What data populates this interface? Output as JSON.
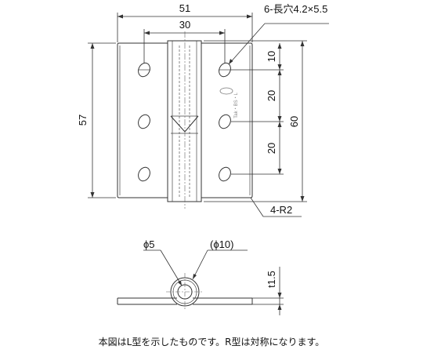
{
  "dimensions": {
    "overall_width": "51",
    "hole_pitch_horizontal": "30",
    "slot_callout": "6-長穴4.2×5.5",
    "leaf_height": "57",
    "overall_height": "60",
    "top_offset": "10",
    "hole_pitch_1": "20",
    "hole_pitch_2": "20",
    "corner_radius_callout": "4-R2",
    "pin_diameter": "ϕ5",
    "knuckle_diameter": "(ϕ10)",
    "thickness": "t1.5"
  },
  "stamp_text": "Tak・BS・L",
  "footnote": "本図はL型を示したものです。R型は対称になります。"
}
